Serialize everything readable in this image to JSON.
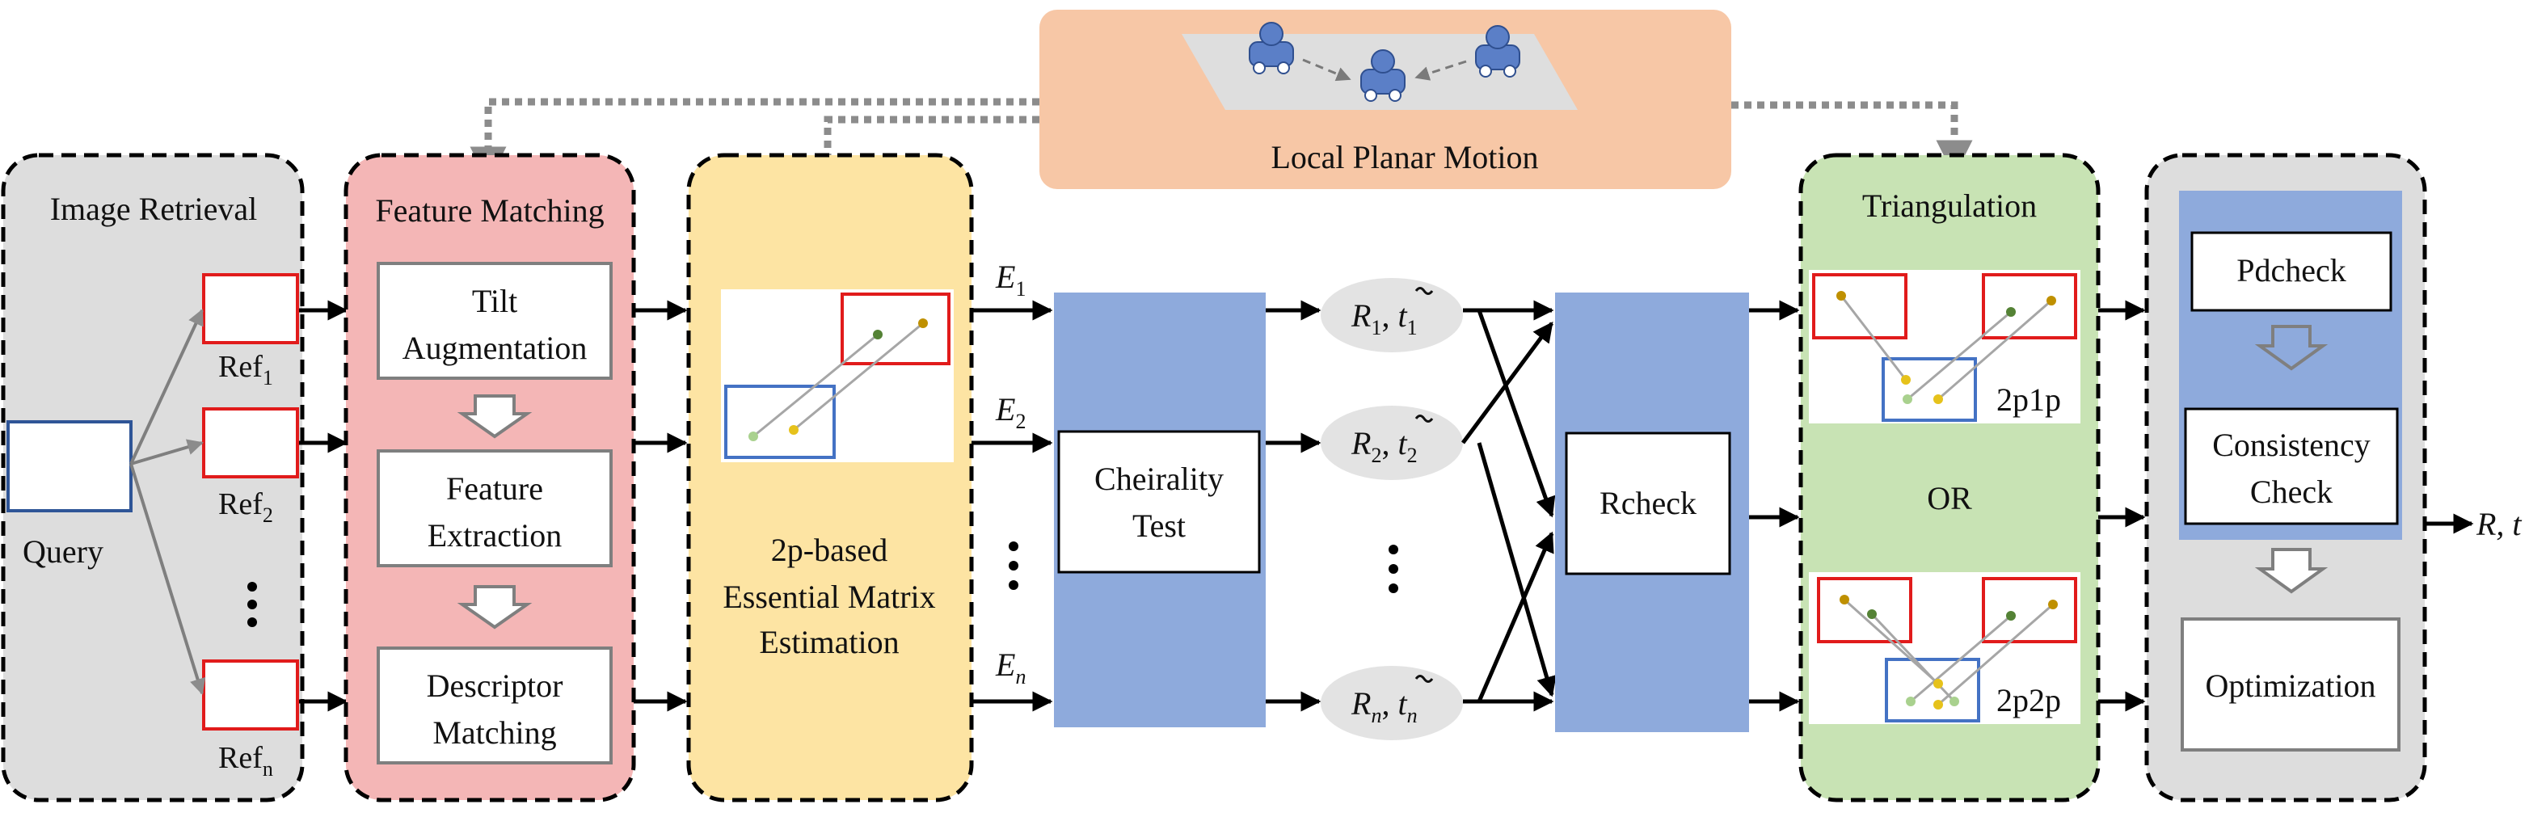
{
  "colors": {
    "panel_gray": "#dddddd",
    "panel_red": "#f4b6b6",
    "panel_yellow": "#fde4a3",
    "panel_green": "#c8e3b4",
    "panel_peach": "#f7c7a6",
    "block_blue": "#8eaadc",
    "arrow_dotted": "#8c8c8c"
  },
  "top_box": {
    "label": "Local Planar Motion"
  },
  "image_retrieval": {
    "title": "Image Retrieval",
    "query_label": "Query",
    "ref_prefix": "Ref",
    "ref_subs": [
      "1",
      "2",
      "n"
    ]
  },
  "feature_matching": {
    "title": "Feature Matching",
    "step1_line1": "Tilt",
    "step1_line2": "Augmentation",
    "step2_line1": "Feature",
    "step2_line2": "Extraction",
    "step3_line1": "Descriptor",
    "step3_line2": "Matching"
  },
  "essential": {
    "line1": "2p-based",
    "line2": "Essential Matrix",
    "line3": "Estimation"
  },
  "edges": {
    "e_letter": "E",
    "subs": [
      "1",
      "2",
      "n"
    ]
  },
  "cheirality": {
    "line1": "Cheirality",
    "line2": "Test"
  },
  "poses": {
    "r_letter": "R",
    "t_letter": "t",
    "subs": [
      "1",
      "2",
      "n"
    ]
  },
  "rcheck": {
    "label": "Rcheck"
  },
  "triangulation": {
    "title": "Triangulation",
    "label_2p1p": "2p1p",
    "or_label": "OR",
    "label_2p2p": "2p2p"
  },
  "checks": {
    "pdcheck": "Pdcheck",
    "consistency_line1": "Consistency",
    "consistency_line2": "Check",
    "optimization": "Optimization"
  },
  "output": {
    "label": "R, t"
  }
}
